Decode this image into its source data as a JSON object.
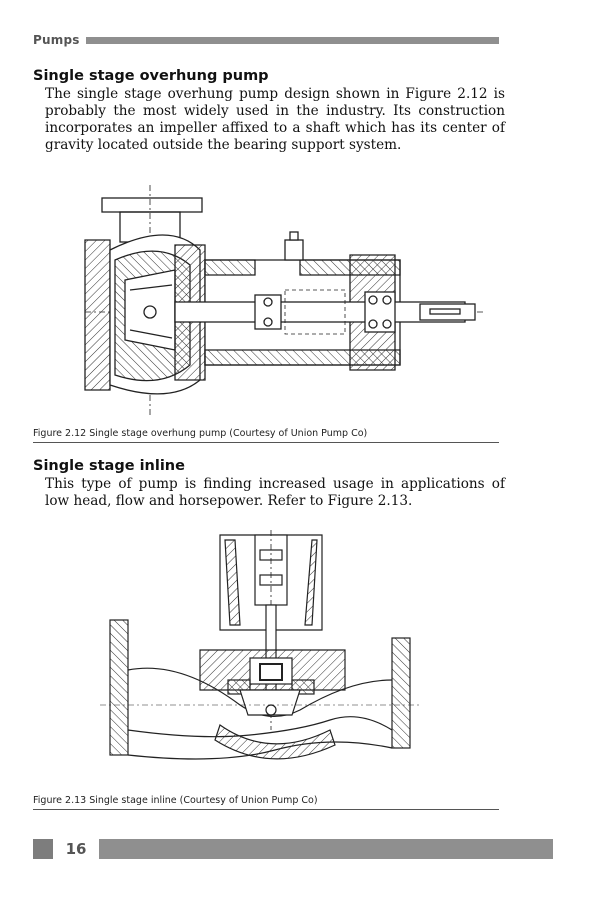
{
  "header": {
    "running_title": "Pumps"
  },
  "sections": [
    {
      "title": "Single stage overhung pump",
      "body": "The single stage overhung pump design shown in Figure 2.12 is probably the most widely used in the industry. Its construction incorporates an impeller affixed to a shaft which has its center of gravity located outside the bearing support system."
    },
    {
      "title": "Single stage inline",
      "body": "This type of pump is finding increased usage in applications of low head, flow and horsepower. Refer to Figure 2.13."
    }
  ],
  "figures": [
    {
      "caption": "Figure 2.12 Single stage overhung pump (Courtesy of Union Pump Co)",
      "icon": "overhung-pump-drawing"
    },
    {
      "caption": "Figure 2.13 Single stage inline (Courtesy of Union Pump Co)",
      "icon": "inline-pump-drawing"
    }
  ],
  "footer": {
    "page_number": "16"
  }
}
